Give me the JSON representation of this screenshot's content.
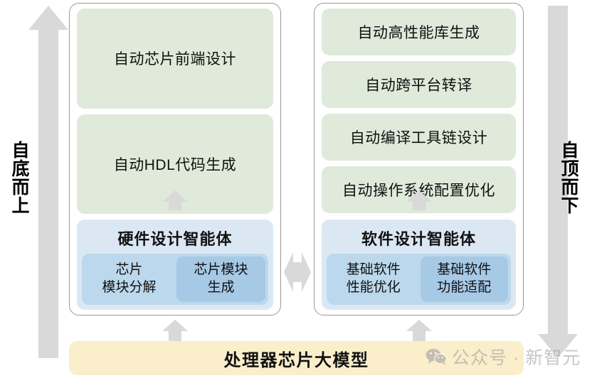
{
  "sides": {
    "left": {
      "label": "自底而上",
      "arrow_icon": "arrow-up-icon",
      "arrow_color": "#d9d9d9"
    },
    "right": {
      "label": "自顶而下",
      "arrow_icon": "arrow-down-icon",
      "arrow_color": "#d9d9d9"
    }
  },
  "columns": [
    {
      "id": "hardware",
      "cards": [
        {
          "label": "自动芯片前端设计"
        },
        {
          "label": "自动HDL代码生成"
        }
      ],
      "agent": {
        "title": "硬件设计智能体",
        "cells": [
          {
            "label": "芯片\n模块分解",
            "highlight": false
          },
          {
            "label": "芯片模块\n生成",
            "highlight": true
          }
        ]
      }
    },
    {
      "id": "software",
      "cards": [
        {
          "label": "自动高性能库生成"
        },
        {
          "label": "自动跨平台转译"
        },
        {
          "label": "自动编译工具链设计"
        },
        {
          "label": "自动操作系统配置优化"
        }
      ],
      "agent": {
        "title": "软件设计智能体",
        "cells": [
          {
            "label": "基础软件\n性能优化",
            "highlight": false
          },
          {
            "label": "基础软件\n功能适配",
            "highlight": true
          }
        ]
      }
    }
  ],
  "connectors": {
    "hardware_internal": "arrow-up-icon",
    "software_internal": "arrow-up-icon",
    "hardware_to_base": "arrow-up-icon",
    "software_to_base": "arrow-up-icon",
    "between_agents": "arrow-left-right-icon"
  },
  "foundation": {
    "label": "处理器芯片大模型",
    "color": "#faeecb"
  },
  "watermark": {
    "icon": "wechat-icon",
    "text": "公众号 · 新智元"
  },
  "colors": {
    "card_green": "#dfeada",
    "agent_panel_blue": "#dbe8f4",
    "agent_inner_blue": "#bcd8ec",
    "agent_cell_highlight": "#a6c9e6",
    "arrow_gray": "#d9d9d9",
    "foundation_yellow": "#faeecb",
    "border_gray": "#9a9a9a"
  }
}
